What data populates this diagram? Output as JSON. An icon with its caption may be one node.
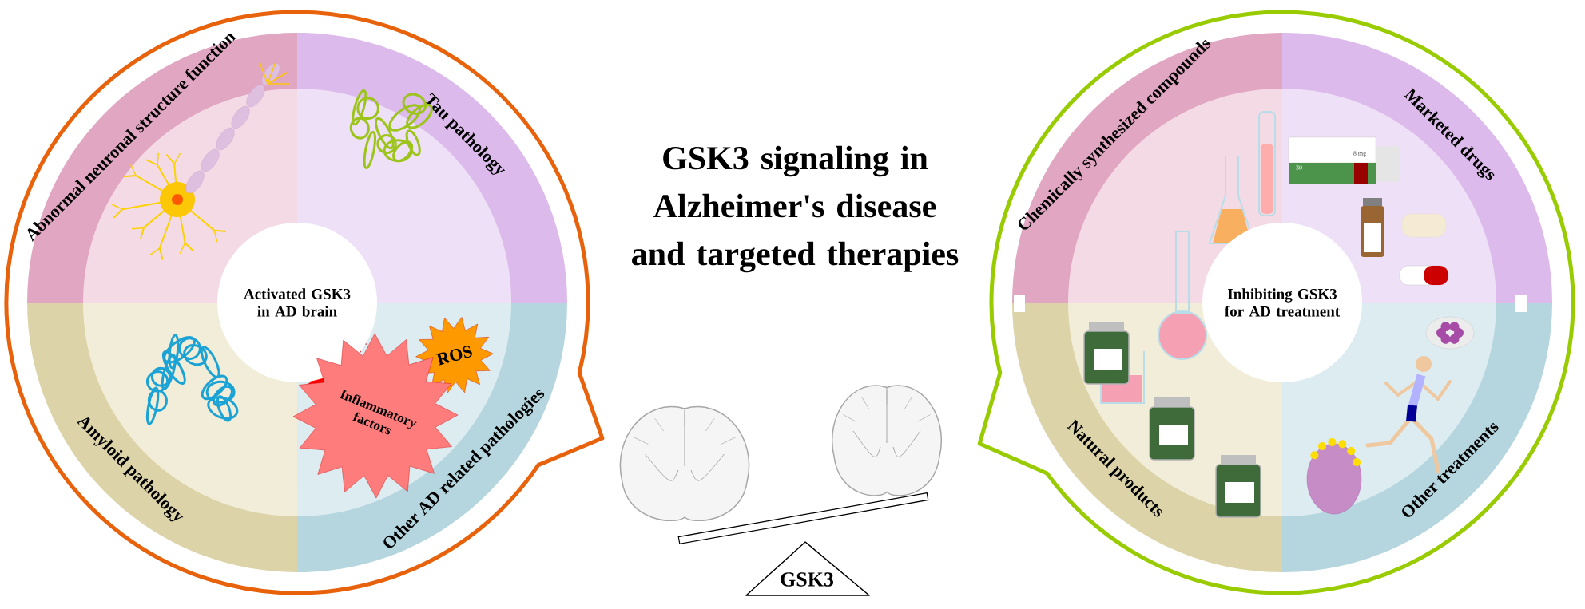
{
  "diagram": {
    "title": "GSK3 signaling in Alzheimer's disease and targeted therapies",
    "nodes": [
      {
        "text": [
          "Abnormal neuronal structure function"
        ]
      },
      {
        "text": [
          "Tau pathology"
        ]
      },
      {
        "text": [
          "Amyloid pathology"
        ]
      },
      {
        "text": [
          "Other AD related pathologies"
        ]
      },
      {
        "text": [
          "Activated GSK3 in AD brain"
        ]
      },
      {
        "text": [
          "ROS"
        ],
        "in": 3
      },
      {
        "text": [
          "Inflammatory factors"
        ],
        "in": 3
      },
      {
        "text": [
          "Chemically synthesized compounds"
        ]
      },
      {
        "text": [
          "Marketed drugs"
        ]
      },
      {
        "text": [
          "Natural products"
        ]
      },
      {
        "text": [
          "Other treatments"
        ]
      },
      {
        "text": [
          "Inhibiting GSK3 for AD treatment"
        ]
      },
      {
        "text": [
          "GSK3"
        ]
      },
      {
        "text": [],
        "shape": "bar"
      }
    ],
    "labels": [
      "8 mg",
      "30"
    ]
  }
}
